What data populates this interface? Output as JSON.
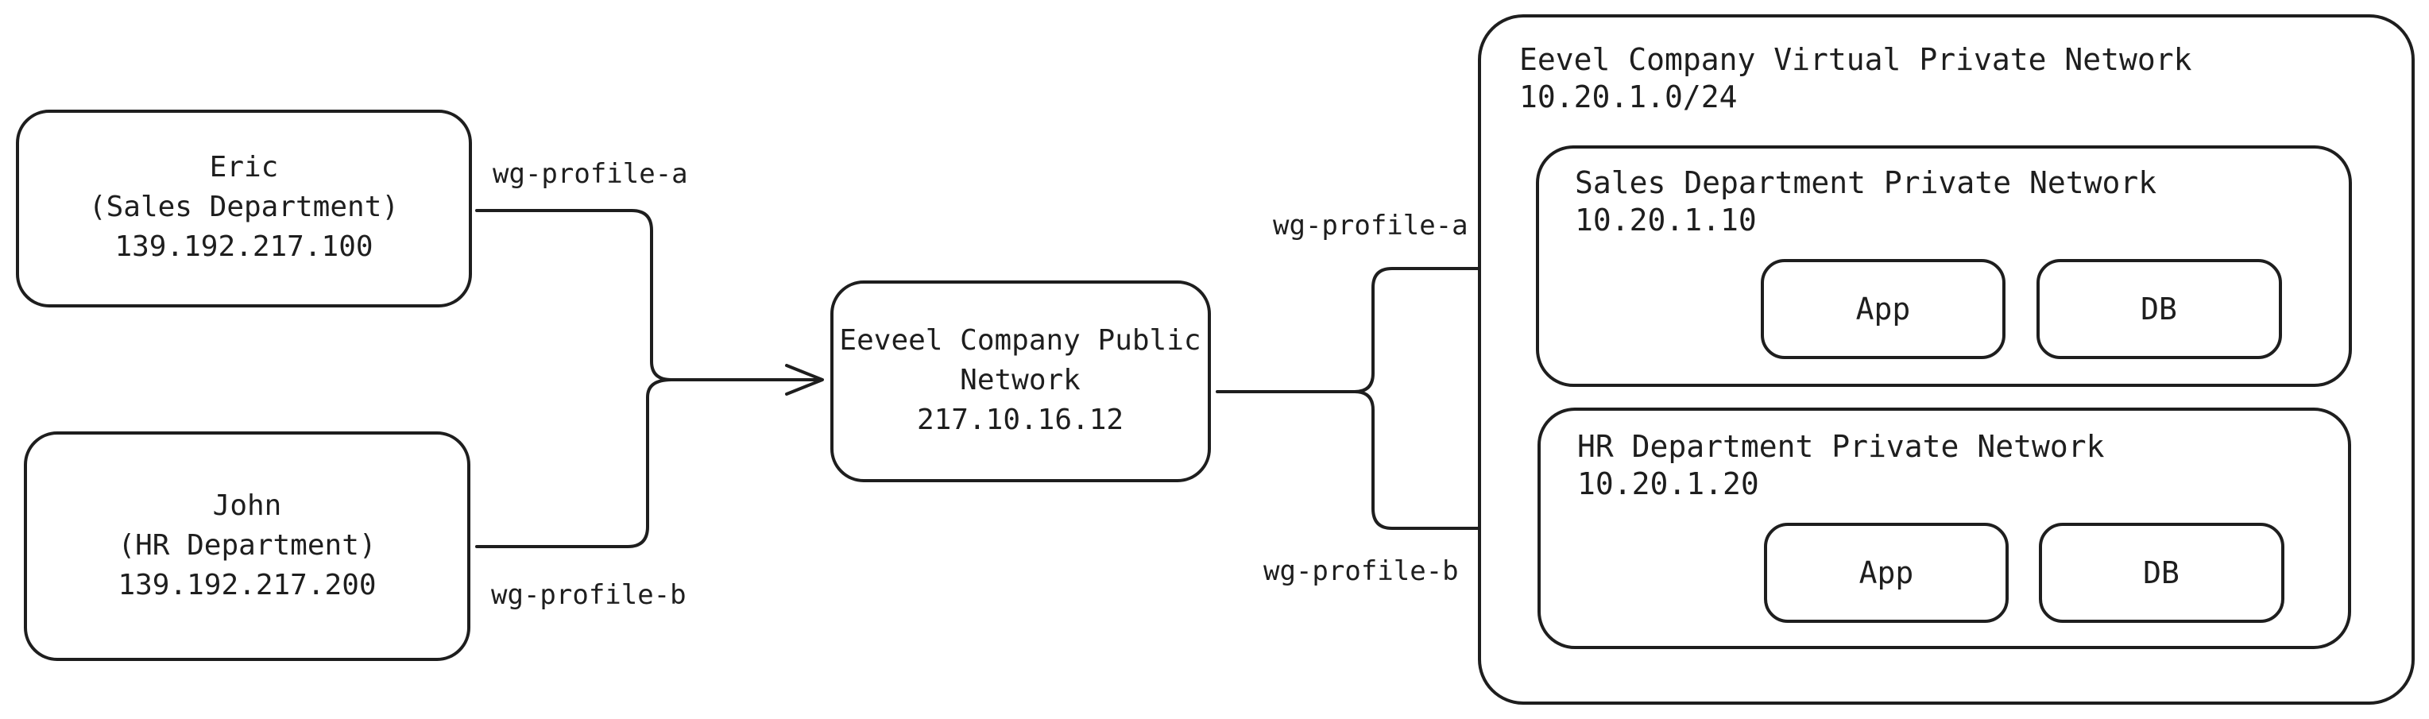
{
  "nodes": {
    "eric": {
      "line1": "Eric",
      "line2": "(Sales Department)",
      "line3": "139.192.217.100"
    },
    "john": {
      "line1": "John",
      "line2": "(HR Department)",
      "line3": "139.192.217.200"
    },
    "public_network": {
      "line1": "Eeveel Company Public",
      "line2": "Network",
      "line3": "217.10.16.12"
    },
    "vpn": {
      "title": "Eevel Company Virtual Private Network",
      "subnet": "10.20.1.0/24"
    },
    "sales_network": {
      "title": "Sales Department Private Network",
      "ip": "10.20.1.10",
      "app": "App",
      "db": "DB"
    },
    "hr_network": {
      "title": "HR Department Private Network",
      "ip": "10.20.1.20",
      "app": "App",
      "db": "DB"
    }
  },
  "edges": {
    "eric_label": "wg-profile-a",
    "john_label": "wg-profile-b",
    "to_sales_label": "wg-profile-a",
    "to_hr_label": "wg-profile-b"
  }
}
